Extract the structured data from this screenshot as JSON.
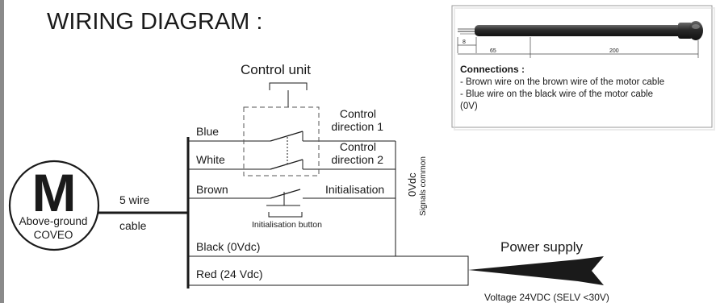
{
  "title": "WIRING DIAGRAM :",
  "motor": {
    "letter": "M",
    "line1": "Above-ground",
    "line2": "COVEO"
  },
  "cable": {
    "line1": "5 wire",
    "line2": "cable"
  },
  "control_unit": {
    "label": "Control unit",
    "dir1_line1": "Control",
    "dir1_line2": "direction 1",
    "dir2_line1": "Control",
    "dir2_line2": "direction 2"
  },
  "wires": {
    "blue": "Blue",
    "white": "White",
    "brown": "Brown",
    "black": "Black (0Vdc)",
    "red": "Red (24 Vdc)"
  },
  "initialisation": "Initialisation",
  "init_button": "Initialisation button",
  "common": {
    "line1": "0Vdc",
    "line2": "Signals common"
  },
  "power": {
    "label": "Power supply",
    "voltage": "Voltage 24VDC (SELV <30V)"
  },
  "connections_box": {
    "dim_tip": "8",
    "dim_a": "65",
    "dim_b": "200",
    "heading": "Connections :",
    "line1": "- Brown wire on the brown wire of the motor cable",
    "line2": "- Blue wire on the black wire of the motor cable",
    "line3": "(0V)"
  }
}
